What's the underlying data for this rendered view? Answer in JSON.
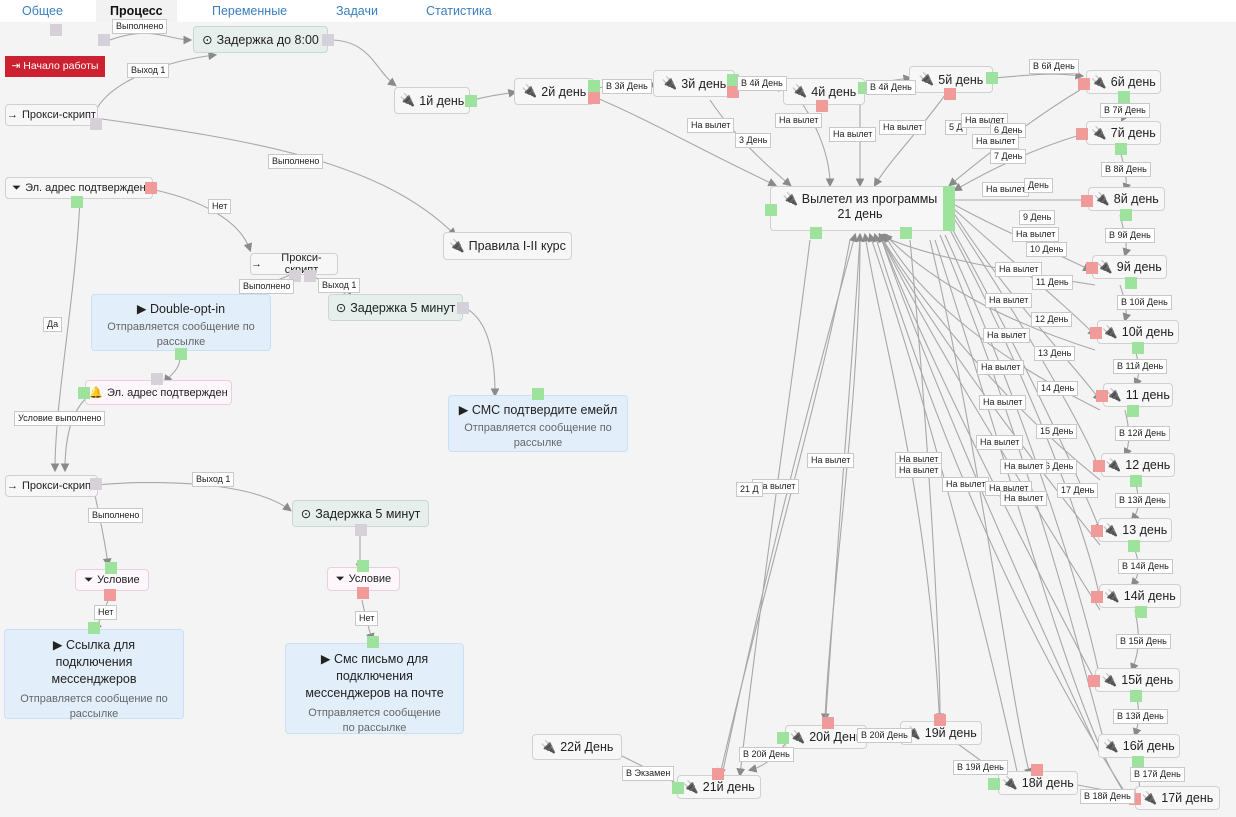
{
  "tabs": [
    "Общее",
    "Процесс",
    "Переменные",
    "Задачи",
    "Статистика"
  ],
  "start": {
    "label": "Начало работы",
    "icon": "sign-in-icon"
  },
  "nodes": {
    "delay8": "Задержка до 8:00",
    "day1": "1й день",
    "day2": "2й день",
    "day3": "3й день",
    "day4": "4й день",
    "day5": "5й день",
    "day6": "6й день",
    "day7": "7й день",
    "day8": "8й день",
    "day9": "9й день",
    "day10": "10й день",
    "day11": "11 день",
    "day12": "12 день",
    "day13": "13 день",
    "day14": "14й день",
    "day15": "15й день",
    "day16": "16й день",
    "day17": "17й день",
    "day18": "18й день",
    "day19": "19й день",
    "day20": "20й День",
    "day21": "21й день",
    "day22": "22й День",
    "proxy1": "Прокси-скрипт",
    "proxy2": "Прокси-скрипт",
    "proxy3": "Прокси-скрипт",
    "email_confirmed": "Эл. адрес подтвержден",
    "email_confirmed2": "Эл. адрес подтвержден",
    "rules": "Правила I-II курс",
    "dropped_title": "Вылетел из программы",
    "dropped_sub": "21 день",
    "doi_title": "Double-opt-in",
    "doi_sub": "Отправляется сообщение по рассылке",
    "delay5a": "Задержка 5 минут",
    "delay5b": "Задержка 5 минут",
    "sms_title": "СМС подтвердите емейл",
    "sms_sub": "Отправляется сообщение по рассылке",
    "cond1": "Условие",
    "cond2": "Условие",
    "link_title": "Ссылка для подключения мессенджеров",
    "link_sub": "Отправляется сообщение по рассылке",
    "smsletter_title": "Смс письмо для подключения мессенджеров на почте",
    "smsletter_sub": "Отправляется сообщение по рассылке"
  },
  "labels": {
    "done": "Выполнено",
    "exit1": "Выход 1",
    "no": "Нет",
    "yes": "Да",
    "cond_ok": "Условие выполнено",
    "dropout": "На вылет",
    "exam": "В Экзамен",
    "to3": "В 3й День",
    "to4": "В 4й День",
    "to6": "В 6й День",
    "to7": "В 7й День",
    "to8": "В 8й День",
    "to9": "В 9й День",
    "to10": "В 10й День",
    "to11": "В 11й День",
    "to12": "В 12й День",
    "to13": "В 13й День",
    "to14": "В 14й День",
    "to15": "В 15й День",
    "to17": "В 17й День",
    "to18": "В 18й День",
    "to19": "В 19й День",
    "to20": "В 20й День",
    "d3": "3 День",
    "d5": "5 Д",
    "d6": "6 День",
    "d7": "7 День",
    "d8": "День",
    "d9": "9 День",
    "d10": "10 День",
    "d11": "11 День",
    "d12": "12 День",
    "d13": "13 День",
    "d14": "14 День",
    "d15": "15 День",
    "d16": "6 День",
    "d17": "17 День",
    "d21": "21 Д"
  }
}
